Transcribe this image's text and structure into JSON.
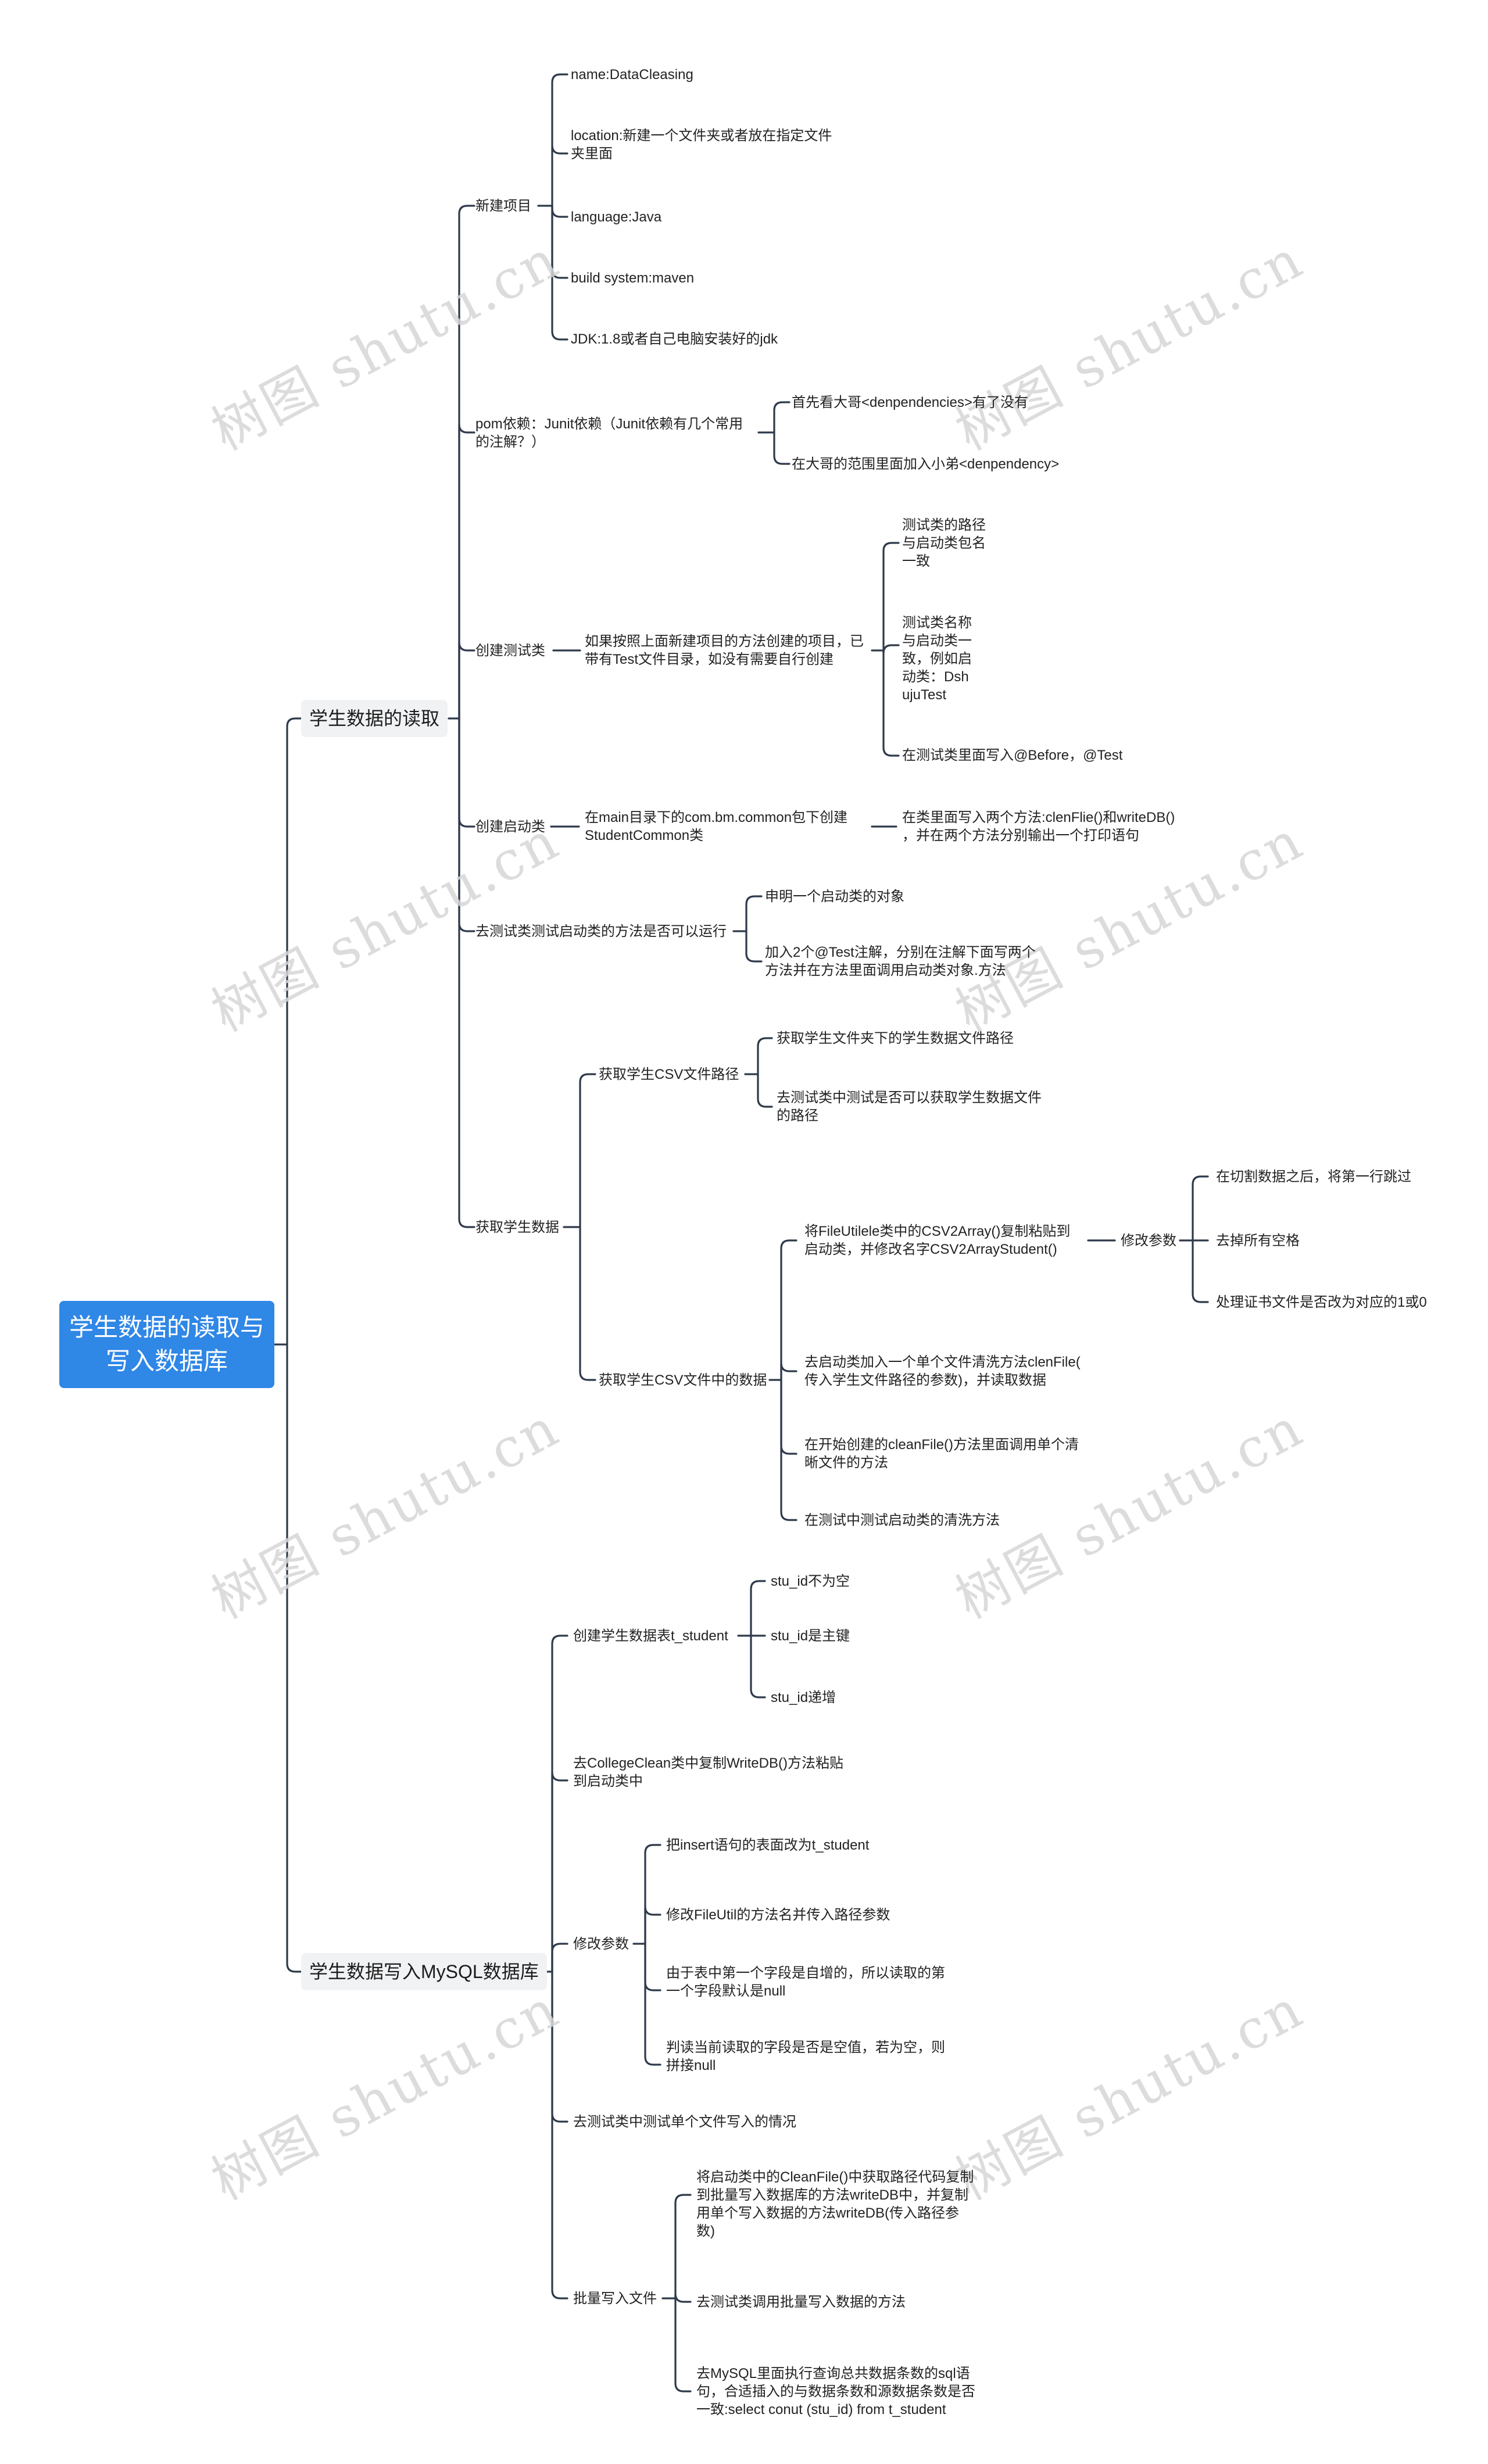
{
  "root": "学生数据的读取与\n写入数据库",
  "watermark": "树图 shutu.cn",
  "branch_read": {
    "title": "学生数据的读取",
    "new_project": {
      "title": "新建项目",
      "items": [
        "name:DataCleasing",
        "location:新建一个文件夹或者放在指定文件\n夹里面",
        "language:Java",
        "build system:maven",
        "JDK:1.8或者自己电脑安装好的jdk"
      ]
    },
    "pom": {
      "title": "pom依赖：Junit依赖（Junit依赖有几个常用\n的注解？）",
      "items": [
        "首先看大哥<denpendencies>有了没有",
        "在大哥的范围里面加入小弟<denpendency>"
      ]
    },
    "test_class": {
      "title": "创建测试类",
      "desc": "如果按照上面新建项目的方法创建的项目，已\n带有Test文件目录，如没有需要自行创建",
      "items": [
        "测试类的路径\n与启动类包名\n一致",
        "测试类名称\n与启动类一\n致，例如启\n动类：Dsh\nujuTest",
        "在测试类里面写入@Before，@Test"
      ]
    },
    "boot_class": {
      "title": "创建启动类",
      "desc": "在main目录下的com.bm.common包下创建\nStudentCommon类",
      "item": "在类里面写入两个方法:clenFlie()和writeDB()\n，并在两个方法分别输出一个打印语句"
    },
    "run_test": {
      "title": "去测试类测试启动类的方法是否可以运行",
      "items": [
        "申明一个启动类的对象",
        "加入2个@Test注解，分别在注解下面写两个\n方法并在方法里面调用启动类对象.方法"
      ]
    },
    "get_data": {
      "title": "获取学生数据",
      "csv_path": {
        "title": "获取学生CSV文件路径",
        "items": [
          "获取学生文件夹下的学生数据文件路径",
          "去测试类中测试是否可以获取学生数据文件\n的路径"
        ]
      },
      "csv_data": {
        "title": "获取学生CSV文件中的数据",
        "copy": "将FileUtilele类中的CSV2Array()复制粘贴到\n启动类，并修改名字CSV2ArrayStudent()",
        "modify": {
          "title": "修改参数",
          "items": [
            "在切割数据之后，将第一行跳过",
            "去掉所有空格",
            "处理证书文件是否改为对应的1或0"
          ]
        },
        "items": [
          "去启动类加入一个单个文件清洗方法clenFile(\n传入学生文件路径的参数)，并读取数据",
          "在开始创建的cleanFile()方法里面调用单个清\n晰文件的方法",
          "在测试中测试启动类的清洗方法"
        ]
      }
    }
  },
  "branch_write": {
    "title": "学生数据写入MySQL数据库",
    "create_table": {
      "title": "创建学生数据表t_student",
      "items": [
        "stu_id不为空",
        "stu_id是主键",
        "stu_id递增"
      ]
    },
    "copy_write": "去CollegeClean类中复制WriteDB()方法粘贴\n到启动类中",
    "modify": {
      "title": "修改参数",
      "items": [
        "把insert语句的表面改为t_student",
        "修改FileUtil的方法名并传入路径参数",
        "由于表中第一个字段是自增的，所以读取的第\n一个字段默认是null",
        "判读当前读取的字段是否是空值，若为空，则\n拼接null"
      ]
    },
    "test_single": "去测试类中测试单个文件写入的情况",
    "batch": {
      "title": "批量写入文件",
      "items": [
        "将启动类中的CleanFile()中获取路径代码复制\n到批量写入数据库的方法writeDB中，并复制\n用单个写入数据的方法writeDB(传入路径参\n数)",
        "去测试类调用批量写入数据的方法",
        "去MySQL里面执行查询总共数据条数的sql语\n句，合适插入的与数据条数和源数据条数是否\n一致:select conut (stu_id) from t_student"
      ]
    }
  }
}
